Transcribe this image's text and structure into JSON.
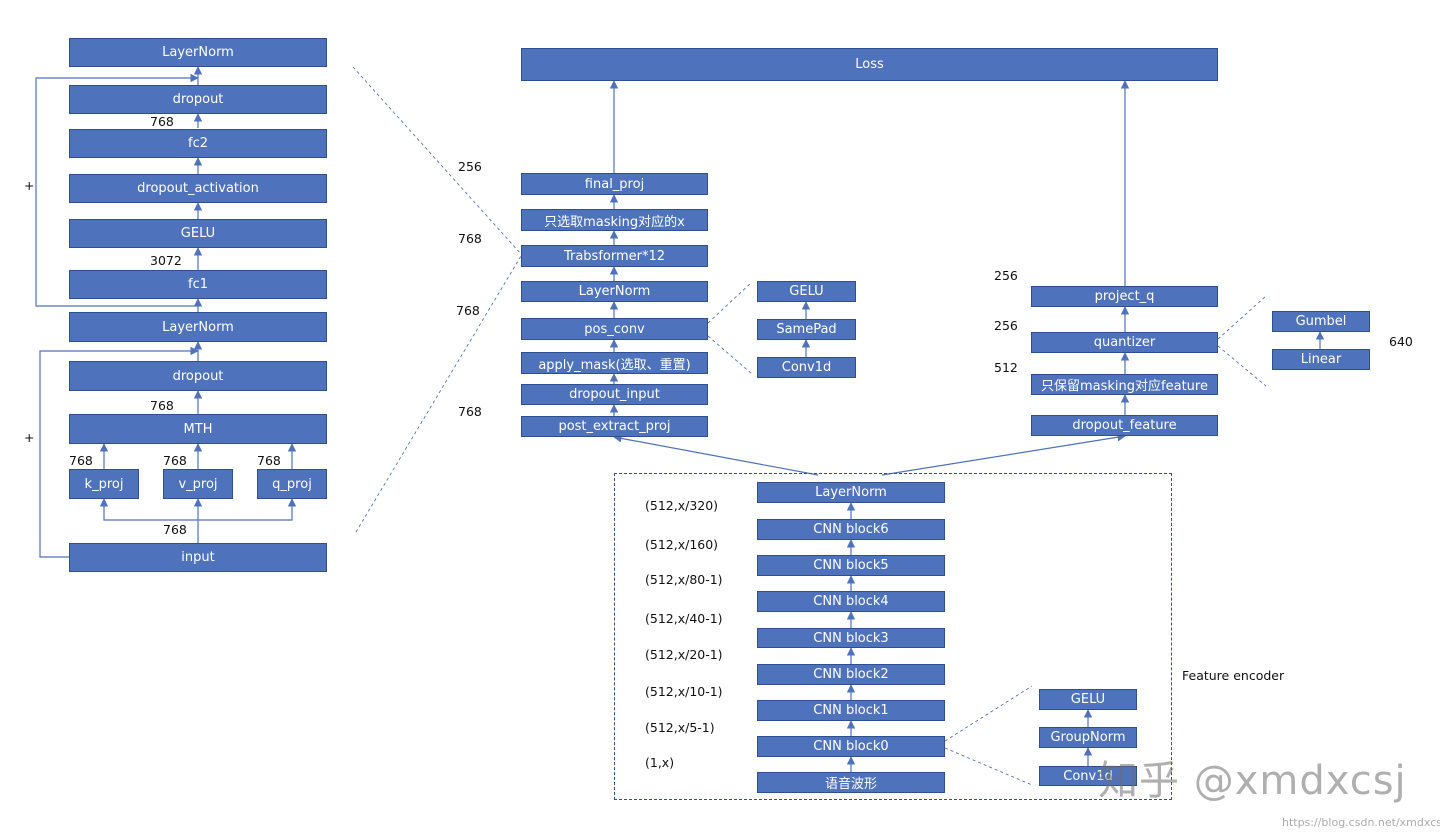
{
  "colors": {
    "box_fill": "#4f72bd",
    "box_border": "#2f4f8f",
    "arrow": "#4f72bd",
    "text": "#111111"
  },
  "transformer_layer": {
    "layernorm_top": "LayerNorm",
    "dropout_top": "dropout",
    "fc2": "fc2",
    "dropout_activation": "dropout_activation",
    "gelu": "GELU",
    "fc1": "fc1",
    "layernorm_mid": "LayerNorm",
    "dropout_attn": "dropout",
    "mth": "MTH",
    "k_proj": "k_proj",
    "v_proj": "v_proj",
    "q_proj": "q_proj",
    "input": "input",
    "dim_768_a": "768",
    "dim_3072": "3072",
    "dim_768_b": "768",
    "dim_768_k": "768",
    "dim_768_v": "768",
    "dim_768_q": "768",
    "dim_768_in": "768",
    "plus_top": "+",
    "plus_bottom": "+"
  },
  "context_branch": {
    "loss": "Loss",
    "final_proj": "final_proj",
    "select_masking": "只选取masking对应的x",
    "transformer": "Trabsformer*12",
    "layernorm": "LayerNorm",
    "pos_conv": "pos_conv",
    "apply_mask": "apply_mask(选取、重置)",
    "dropout_input": "dropout_input",
    "post_extract_proj": "post_extract_proj",
    "dim_256": "256",
    "dim_768_a": "768",
    "dim_768_b": "768",
    "dim_768_c": "768"
  },
  "pos_conv_detail": {
    "gelu": "GELU",
    "samepad": "SamePad",
    "conv1d": "Conv1d"
  },
  "quantizer_branch": {
    "project_q": "project_q",
    "quantizer": "quantizer",
    "keep_masking": "只保留masking对应feature",
    "dropout_feature": "dropout_feature",
    "dim_256_a": "256",
    "dim_256_b": "256",
    "dim_512": "512"
  },
  "quantizer_detail": {
    "gumbel": "Gumbel",
    "linear": "Linear",
    "dim_640": "640"
  },
  "feature_encoder": {
    "title": "Feature encoder",
    "blocks": [
      "LayerNorm",
      "CNN block6",
      "CNN block5",
      "CNN block4",
      "CNN block3",
      "CNN block2",
      "CNN block1",
      "CNN block0",
      "语音波形"
    ],
    "shapes": [
      "(512,x/320)",
      "(512,x/160)",
      "(512,x/80-1)",
      "(512,x/40-1)",
      "(512,x/20-1)",
      "(512,x/10-1)",
      "(512,x/5-1)",
      "(1,x)"
    ]
  },
  "cnn_block_detail": {
    "gelu": "GELU",
    "groupnorm": "GroupNorm",
    "conv1d": "Conv1d"
  },
  "watermark": "知乎 @xmdxcsj",
  "source_url": "https://blog.csdn.net/xmdxcsj"
}
